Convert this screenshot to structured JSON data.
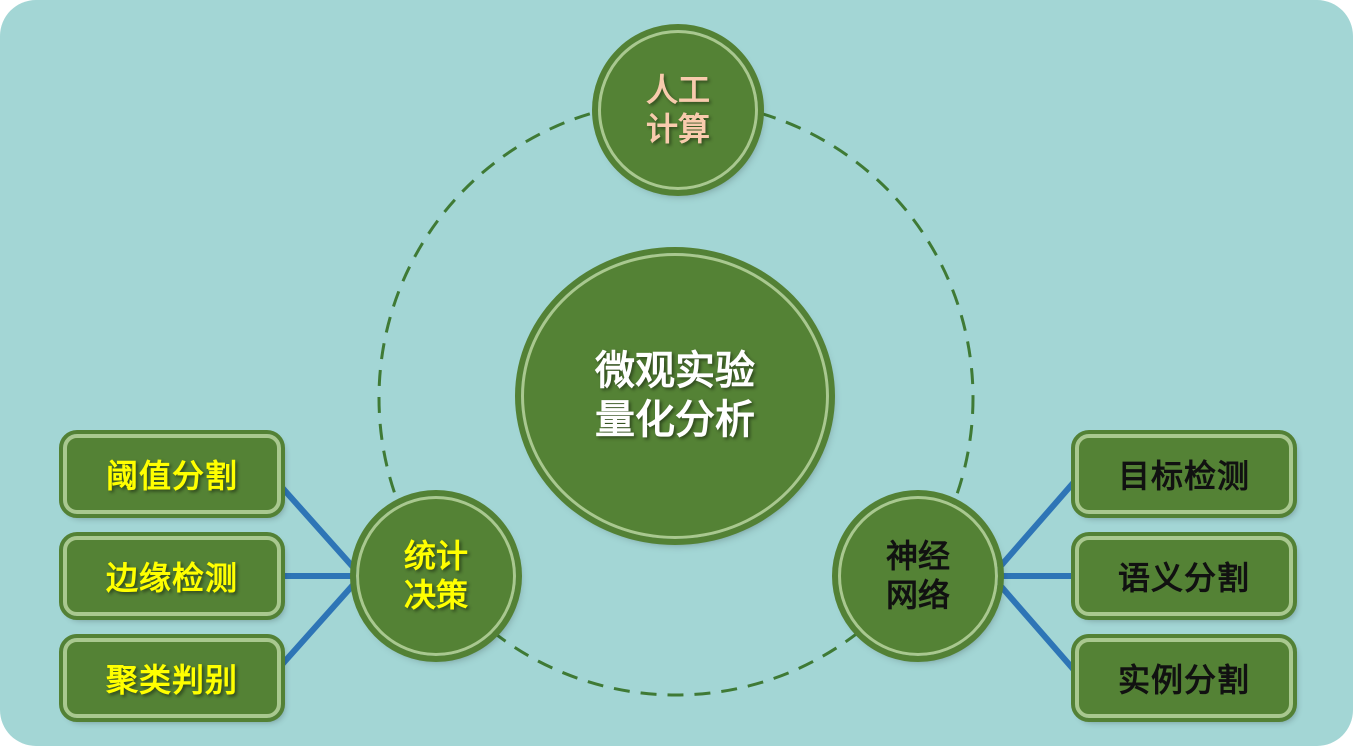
{
  "center": {
    "line1": "微观实验",
    "line2": "量化分析"
  },
  "top_node": {
    "line1": "人工",
    "line2": "计算"
  },
  "left_node": {
    "line1": "统计",
    "line2": "决策"
  },
  "right_node": {
    "line1": "神经",
    "line2": "网络"
  },
  "left_items": [
    "阈值分割",
    "边缘检测",
    "聚类判别"
  ],
  "right_items": [
    "目标检测",
    "语义分割",
    "实例分割"
  ],
  "colors": {
    "background": "#a3d6d5",
    "node_fill": "#548235",
    "node_border": "#a9c88f",
    "dashed_circle": "#3f7a35",
    "connector": "#2e75b6",
    "center_text": "#ffffff",
    "top_text": "#f8cbad",
    "left_text": "#ffff00",
    "right_text": "#111111"
  }
}
